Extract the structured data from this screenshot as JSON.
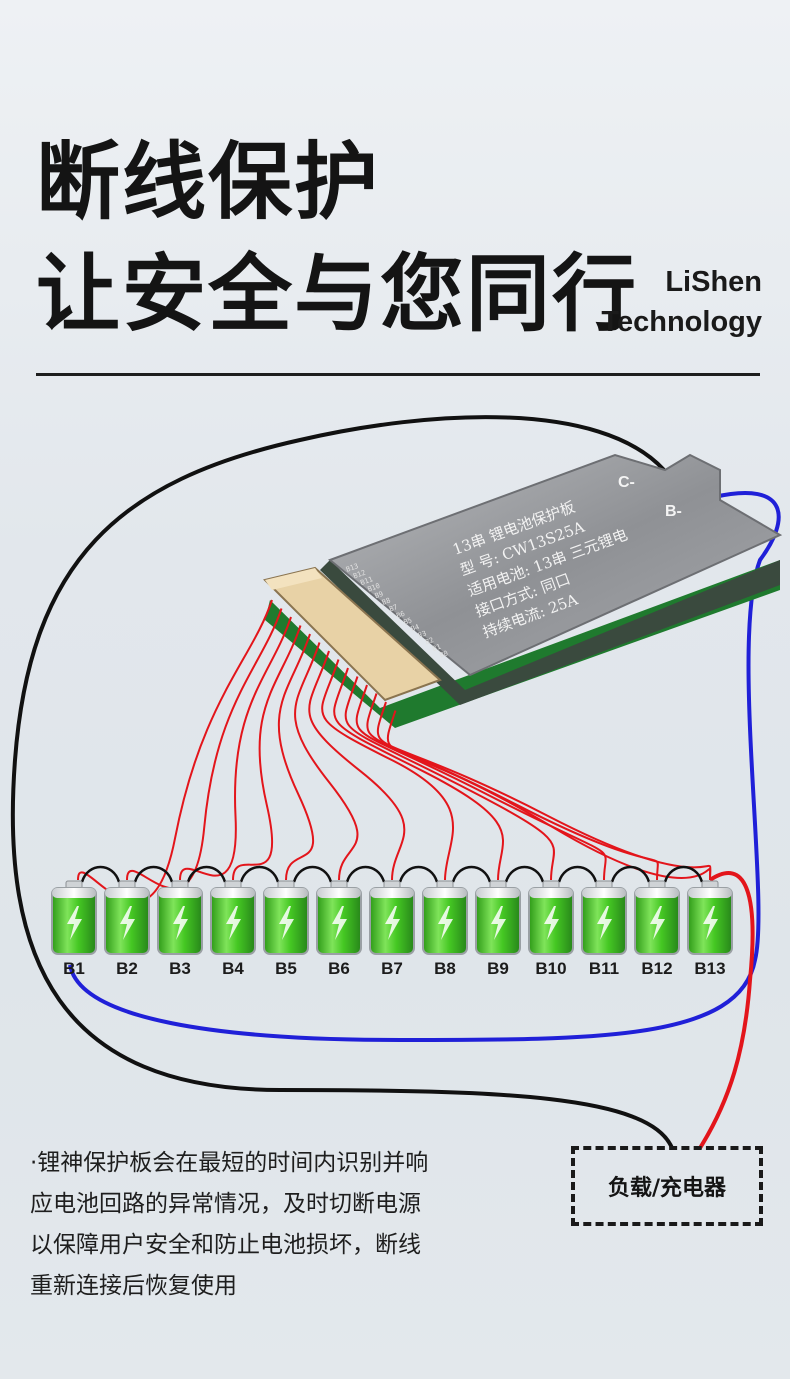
{
  "headline": {
    "line1": "断线保护",
    "line2": "让安全与您同行"
  },
  "brand": {
    "line1": "LiShen",
    "line2": "Technology"
  },
  "board": {
    "terminal_c": "C-",
    "terminal_b": "B-",
    "label_lines": [
      "13串 锂电池保护板",
      "型    号: CW13S25A",
      "适用电池: 13串 三元锂电",
      "接口方式: 同口",
      "持续电流: 25A"
    ],
    "pin_labels": [
      "B13",
      "B12",
      "B11",
      "B10",
      "B9",
      "B8",
      "B7",
      "B6",
      "B5",
      "B4",
      "B3",
      "B2",
      "B1",
      "B0"
    ]
  },
  "batteries": [
    "B1",
    "B2",
    "B3",
    "B4",
    "B5",
    "B6",
    "B7",
    "B8",
    "B9",
    "B10",
    "B11",
    "B12",
    "B13"
  ],
  "load_box": {
    "label": "负载/充电器"
  },
  "description": {
    "lines": [
      "·锂神保护板会在最短的时间内识别并响",
      "应电池回路的异常情况，及时切断电源",
      "以保障用户安全和防止电池损坏，断线",
      "重新连接后恢复使用"
    ]
  },
  "colors": {
    "text": "#141414",
    "wire_red": "#e3151b",
    "wire_blue": "#2020d8",
    "wire_black": "#111111",
    "battery_green": "#3cc31f",
    "pcb_green": "#1f7a2e",
    "board_metal": "#9a9ca0"
  }
}
